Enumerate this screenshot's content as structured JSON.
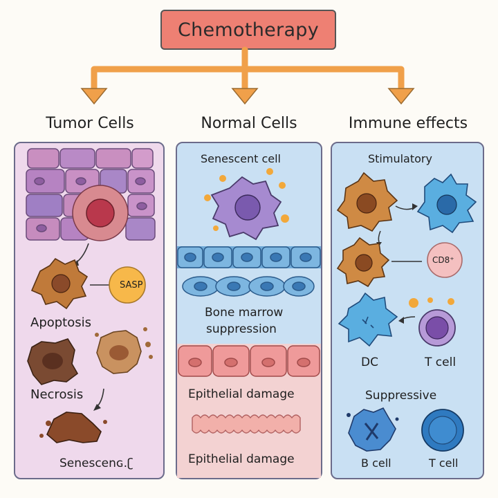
{
  "title": "Chemotherapy",
  "columns": {
    "tumor": "Tumor Cells",
    "normal": "Normal Cells",
    "immune": "Immune effects"
  },
  "tumor": {
    "sasp": "SASP",
    "apoptosis": "Apoptosis",
    "necrosis": "Necrosis",
    "senescence": "Senescenɢ.ʗ"
  },
  "normal": {
    "senescent_cell": "Senescent cell",
    "bone_marrow_1": "Bone marrow",
    "bone_marrow_2": "suppression",
    "epithelial_1": "Epithelial damage",
    "epithelial_2": "Epithelial damage"
  },
  "immune": {
    "stimulatory": "Stimulatory",
    "cd8": "CD8⁺",
    "dc": "DC",
    "t_cell_1": "T cell",
    "suppressive": "Suppressive",
    "b_cell": "B cell",
    "t_cell_2": "T cell"
  },
  "colors": {
    "title_bg": "#ee8073",
    "arrow": "#f0a04a",
    "tumor_panel": "#efd9ec",
    "normal_panel": "#c9e0f3",
    "immune_panel": "#c9e0f3"
  }
}
